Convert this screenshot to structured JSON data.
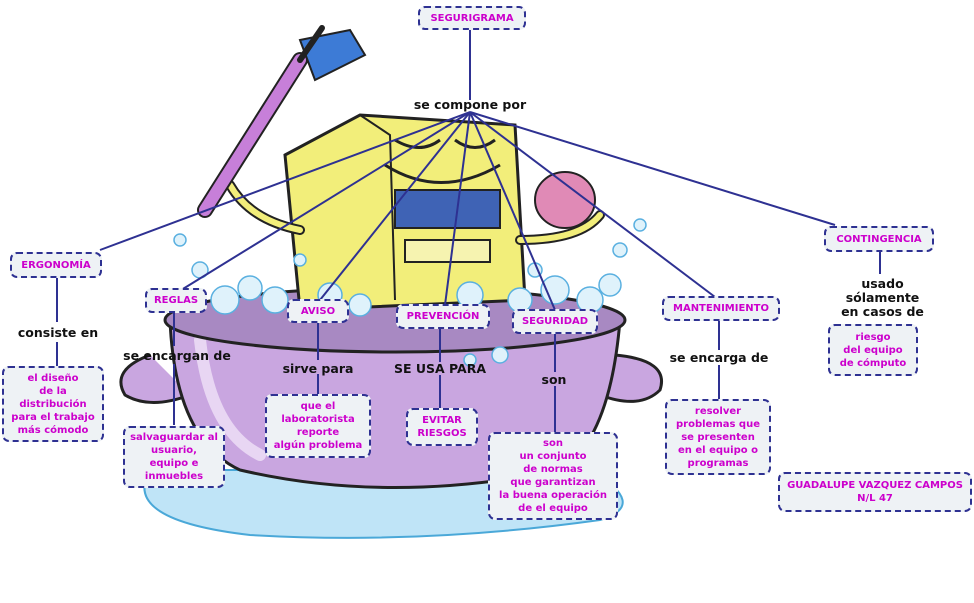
{
  "colors": {
    "node_border": "#2e3192",
    "node_text": "#cc00cc",
    "link": "#2e3192",
    "node_fill": "#eef2f5"
  },
  "illustration": {
    "subject": "cartoon computer tower bathing in a pot with a toothbrush and sponge",
    "icon": "computer-bath-illustration"
  },
  "nodes": {
    "root": "SEGURIGRAMA",
    "ergonomia": "ERGONOMÍA",
    "reglas": "REGLAS",
    "aviso": "AVISO",
    "prevencion": "PREVENCIÓN",
    "seguridad": "SEGURIDAD",
    "mantenimiento": "MANTENIMIENTO",
    "contingencia": "CONTINGENCIA",
    "ergonomia_def": "el diseño\nde la\ndistribución\npara  el trabajo\nmás cómodo",
    "reglas_def": "salvaguardar al\nusuario,\nequipo e\ninmuebles",
    "aviso_def": "que el\nlaboratorista\nreporte\nalgún problema",
    "prevencion_def": "EVITAR\nRIESGOS",
    "seguridad_def": "son\nun conjunto\nde normas\nque garantizan\nla buena operación\nde el equipo",
    "mantenimiento_def": "resolver\nproblemas que\nse presenten\nen el equipo o\nprogramas",
    "contingencia_def": "riesgo\ndel equipo\nde cómputo",
    "author": "GUADALUPE VAZQUEZ CAMPOS\nN/L 47"
  },
  "labels": {
    "compone": "se compone por",
    "consiste": "consiste en",
    "encargan": "se encargan de",
    "sirve": "sirve para",
    "usa": "SE USA PARA",
    "son": "son",
    "encarga": "se encarga de",
    "usado": "usado\nsólamente\nen casos de"
  }
}
